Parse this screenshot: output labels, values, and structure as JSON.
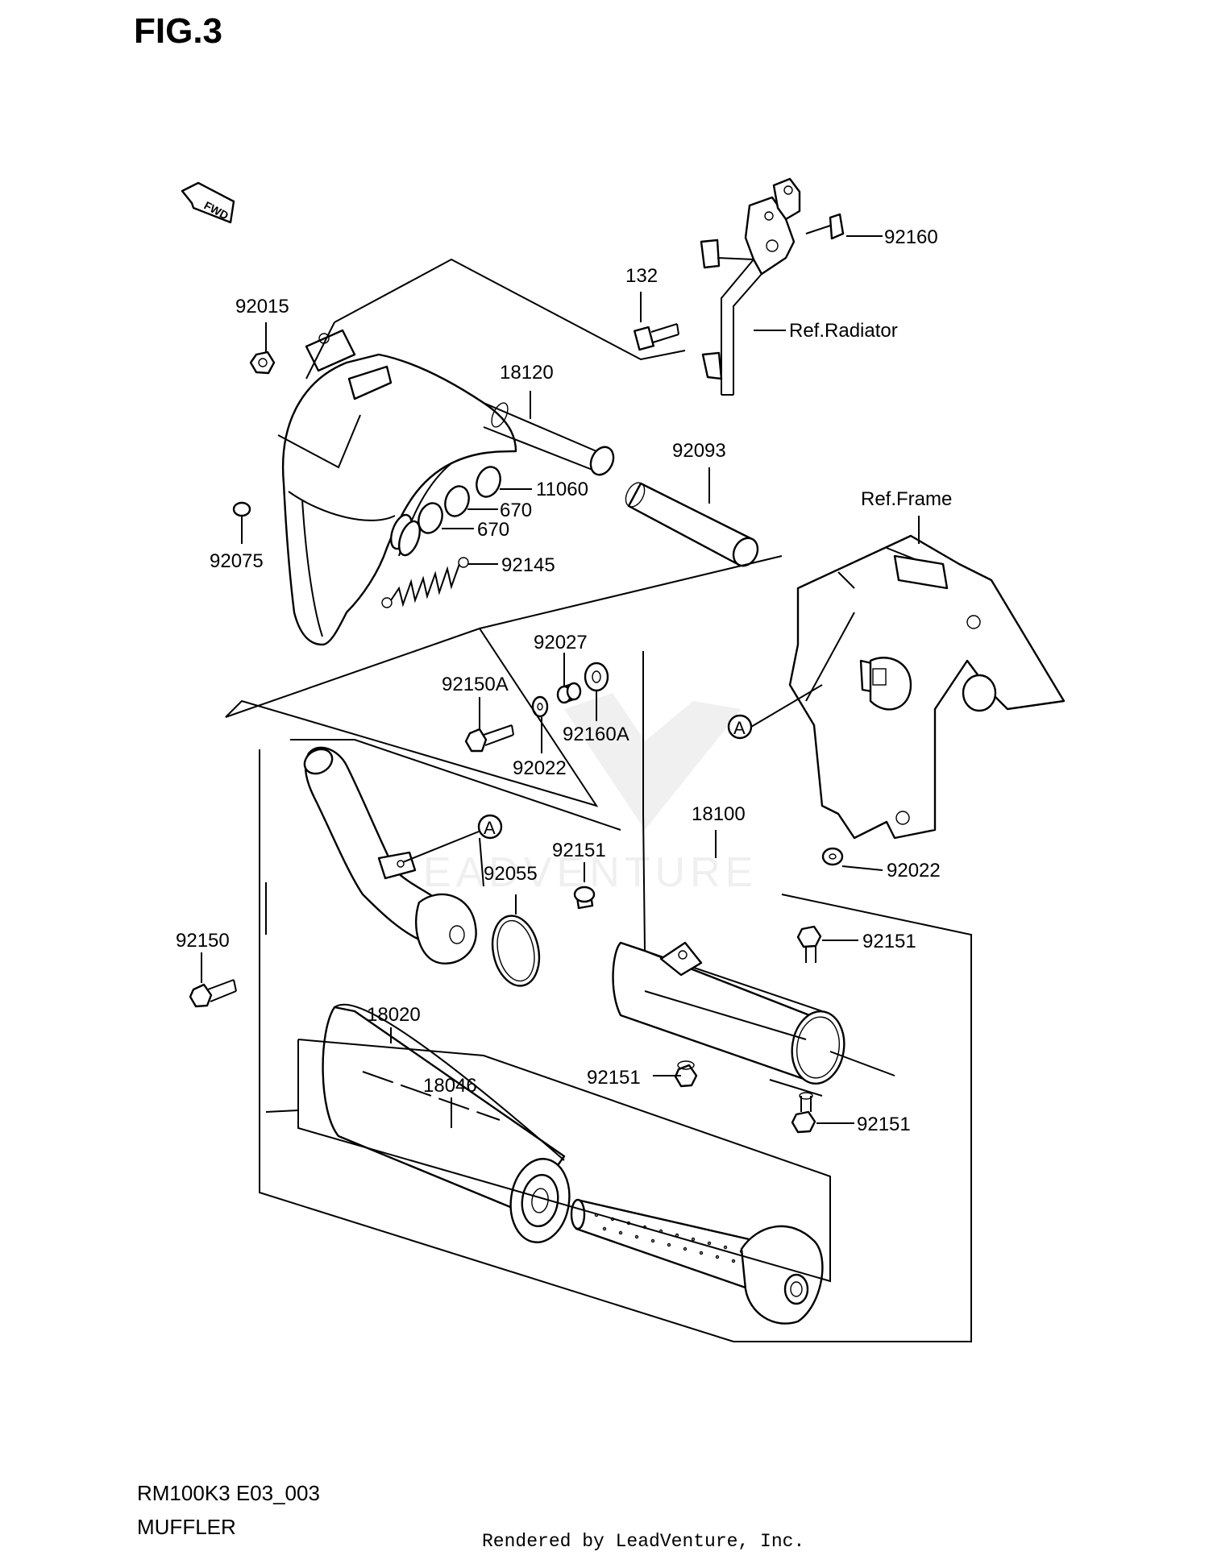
{
  "figure": {
    "title": "FIG.3",
    "code": "RM100K3 E03_003",
    "name": "MUFFLER",
    "rendered_by": "Rendered by LeadVenture, Inc.",
    "fwd_mark": "FWD",
    "watermark": "LEADVENTURE"
  },
  "reference_letters": [
    "A",
    "A"
  ],
  "parts": [
    {
      "id": "p92160",
      "label": "92160"
    },
    {
      "id": "p132",
      "label": "132"
    },
    {
      "id": "pRefRadiator",
      "label": "Ref.Radiator"
    },
    {
      "id": "p92015",
      "label": "92015"
    },
    {
      "id": "p18120",
      "label": "18120"
    },
    {
      "id": "p92093",
      "label": "92093"
    },
    {
      "id": "p11060",
      "label": "11060"
    },
    {
      "id": "p670a",
      "label": "670"
    },
    {
      "id": "p670b",
      "label": "670"
    },
    {
      "id": "p92075",
      "label": "92075"
    },
    {
      "id": "p92145",
      "label": "92145"
    },
    {
      "id": "pRefFrame",
      "label": "Ref.Frame"
    },
    {
      "id": "p92027",
      "label": "92027"
    },
    {
      "id": "p92150A",
      "label": "92150A"
    },
    {
      "id": "p92160A",
      "label": "92160A"
    },
    {
      "id": "p92022a",
      "label": "92022"
    },
    {
      "id": "p18100",
      "label": "18100"
    },
    {
      "id": "p92151a",
      "label": "92151"
    },
    {
      "id": "p92055",
      "label": "92055"
    },
    {
      "id": "p92022b",
      "label": "92022"
    },
    {
      "id": "p92150",
      "label": "92150"
    },
    {
      "id": "p92151b",
      "label": "92151"
    },
    {
      "id": "p18020",
      "label": "18020"
    },
    {
      "id": "p18046",
      "label": "18046"
    },
    {
      "id": "p92151c",
      "label": "92151"
    },
    {
      "id": "p92151d",
      "label": "92151"
    }
  ]
}
